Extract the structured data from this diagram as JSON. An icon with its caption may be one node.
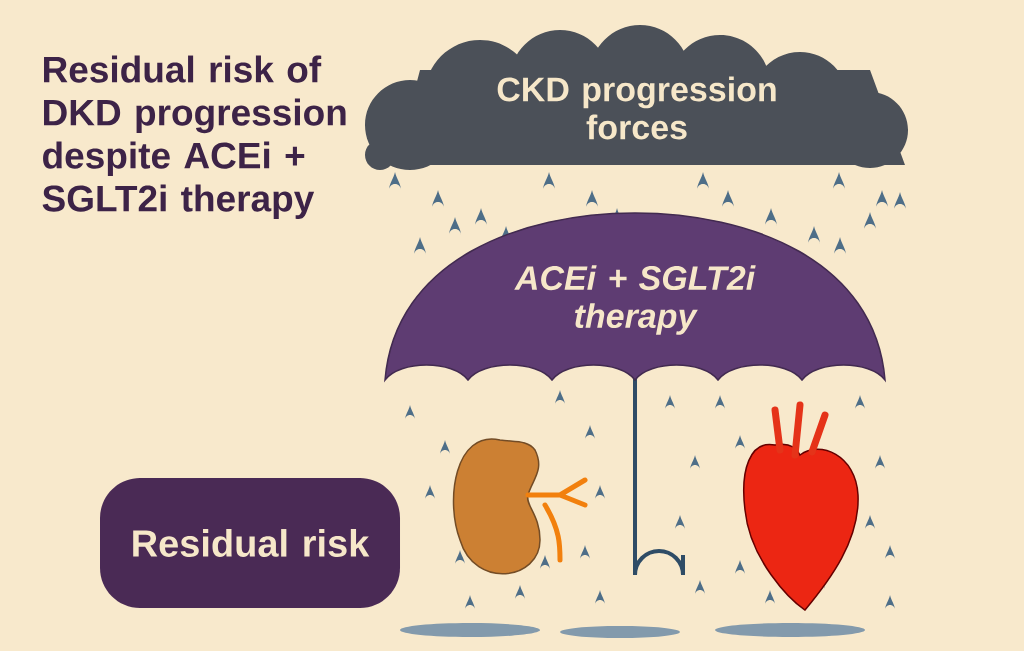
{
  "diagram": {
    "title": "Residual risk of DKD progression despite ACEi + SGLT2i therapy",
    "nodes": [
      {
        "text": [
          "CKD progression forces"
        ]
      },
      {
        "text": [
          "ACEi + SGLT2i therapy"
        ]
      },
      {
        "text": [
          "Residual risk"
        ]
      }
    ]
  }
}
